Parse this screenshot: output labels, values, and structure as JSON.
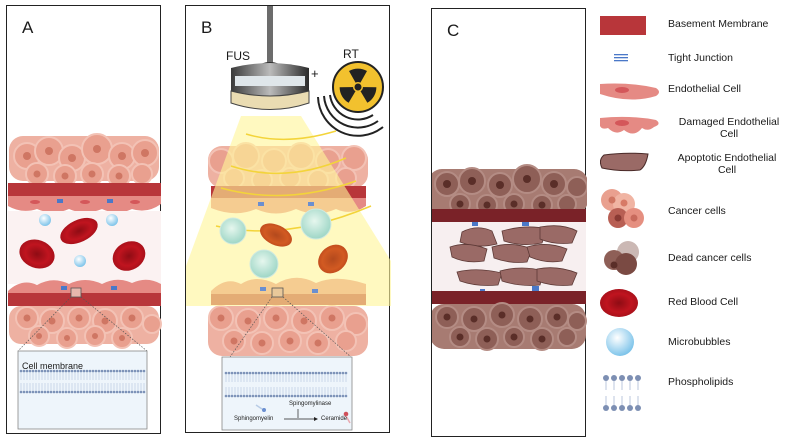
{
  "panels": {
    "a": {
      "label": "A",
      "inset_title": "Cell membrane"
    },
    "b": {
      "label": "B",
      "fus": "FUS",
      "rt": "RT",
      "plus": "+",
      "inset": {
        "enzyme": "Spingomylinase",
        "substrate": "Sphingomyelin",
        "product": "Ceramide"
      }
    },
    "c": {
      "label": "C"
    }
  },
  "legend": [
    {
      "icon": "basement-membrane-icon",
      "label": "Basement Membrane"
    },
    {
      "icon": "tight-junction-icon",
      "label": "Tight Junction"
    },
    {
      "icon": "endothelial-cell-icon",
      "label": "Endothelial Cell"
    },
    {
      "icon": "damaged-endothelial-cell-icon",
      "label": "Damaged Endothelial Cell"
    },
    {
      "icon": "apoptotic-endothelial-cell-icon",
      "label": "Apoptotic Endothelial Cell"
    },
    {
      "icon": "cancer-cells-icon",
      "label": "Cancer cells"
    },
    {
      "icon": "dead-cancer-cells-icon",
      "label": "Dead cancer cells"
    },
    {
      "icon": "red-blood-cell-icon",
      "label": "Red Blood Cell"
    },
    {
      "icon": "microbubble-icon",
      "label": "Microbubbles"
    },
    {
      "icon": "phospholipids-icon",
      "label": "Phospholipids"
    }
  ],
  "colors": {
    "basement_membrane": "#b8363a",
    "basement_membrane_dead": "#7a2228",
    "endothelial": "#e58a84",
    "cancer": "#eea896",
    "cancer_nucleus": "#d77a66",
    "dead_cancer": "#8a5a52",
    "dead_nucleus": "#5a2e28",
    "apoptotic": "#9a6a66",
    "rbc": "#b3121b",
    "microbubble": "#a8d8f0",
    "tight_junction": "#4a78c8",
    "fus_beam": "#fff7a0",
    "radiation": "#f2c12e"
  }
}
